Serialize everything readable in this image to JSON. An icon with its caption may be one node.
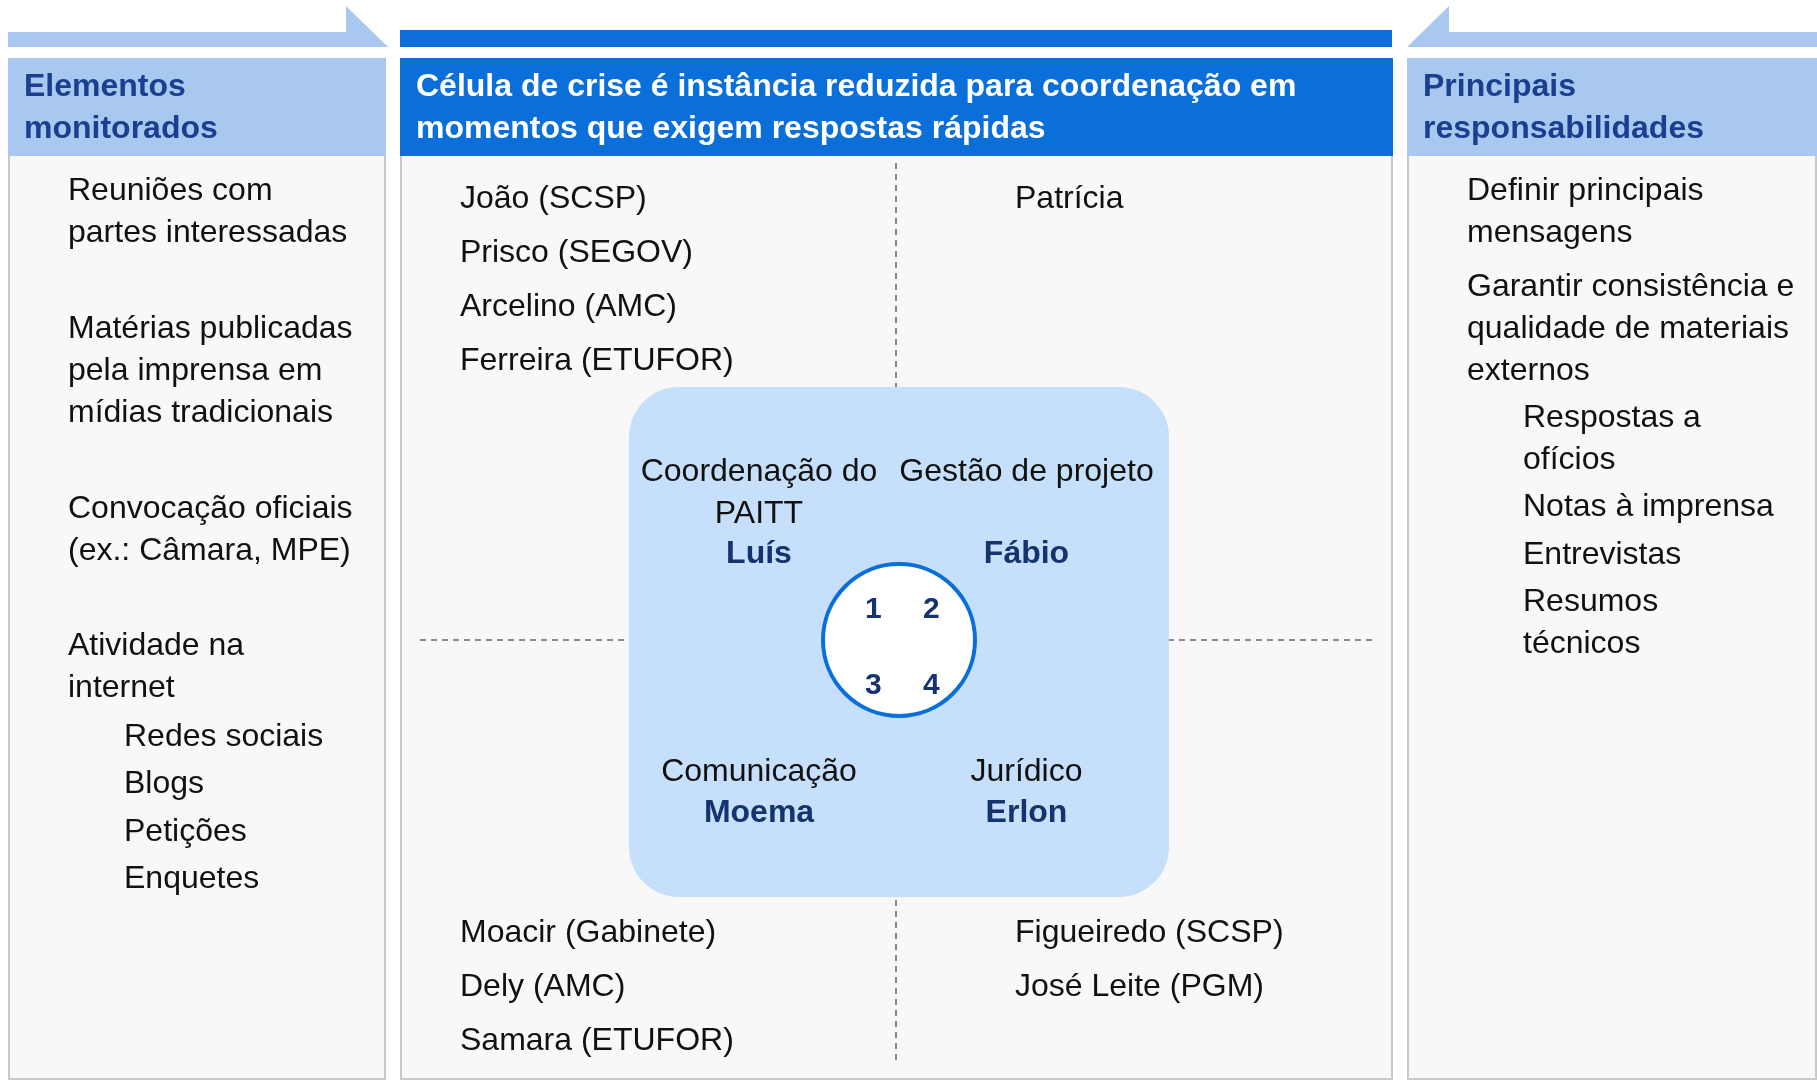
{
  "diagram": {
    "nodes": [
      {
        "text": [
          "Elementos monitorados",
          "Reuniões com partes interessadas",
          "Matérias publicadas pela imprensa em mídias tradicionais",
          "Convocação oficiais (ex.: Câmara, MPE)",
          "Atividade na internet",
          "Redes sociais",
          "Blogs",
          "Petições",
          "Enquetes"
        ]
      },
      {
        "text": [
          "Célula de crise é instância reduzida para coordenação em momentos que exigem respostas rápidas"
        ]
      },
      {
        "text": [
          "Coordenação do PAITT",
          "Luís",
          "Gestão de projeto",
          "Fábio",
          "Comunicação",
          "Moema",
          "Jurídico",
          "Erlon"
        ],
        "in": 1
      },
      {
        "text": [
          "1",
          "2",
          "3",
          "4"
        ],
        "in": 2
      },
      {
        "text": [
          "Principais responsabilidades",
          "Definir principais mensagens",
          "Garantir consistência e qualidade de materiais externos",
          "Respostas a ofícios",
          "Notas à imprensa",
          "Entrevistas",
          "Resumos técnicos"
        ]
      }
    ],
    "edges": [],
    "labels": [
      "João (SCSP)",
      "Patrícia",
      "Prisco (SEGOV)",
      "Arcelino (AMC)",
      "Ferreira (ETUFOR)",
      "Moacir (Gabinete)",
      "Figueiredo (SCSP)",
      "Dely (AMC)",
      "José Leite (PGM)",
      "Samara (ETUFOR)"
    ]
  }
}
